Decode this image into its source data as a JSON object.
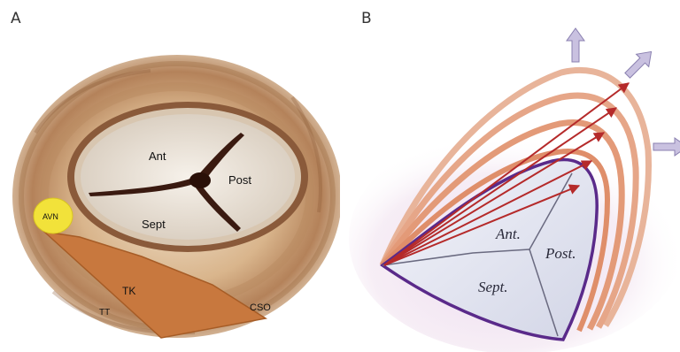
{
  "panel_a": {
    "letter": "A",
    "labels": {
      "ant": "Ant",
      "post": "Post",
      "sept": "Sept",
      "avn": "AVN",
      "tk": "TK",
      "tt": "TT",
      "cso": "CSO"
    },
    "colors": {
      "muscle": "#c49a6c",
      "muscle_dark": "#8a5a34",
      "annulus_ring": "#7a4e2e",
      "valve": "#e6ddd2",
      "commissure": "#3a1a10",
      "avn_node": "#f2e23a",
      "koch_triangle": "#c8783e"
    }
  },
  "panel_b": {
    "letter": "B",
    "labels": {
      "ant": "Ant.",
      "post": "Post.",
      "sept": "Sept."
    },
    "colors": {
      "outline_purple": "#5a2a8a",
      "leaflet_fill": "#e4e6f2",
      "dilation_rings": "#e39a78",
      "arrows": "#b52a2a",
      "expansion_arrows": "#a59ac8",
      "halo": "#d9c4e6"
    }
  }
}
